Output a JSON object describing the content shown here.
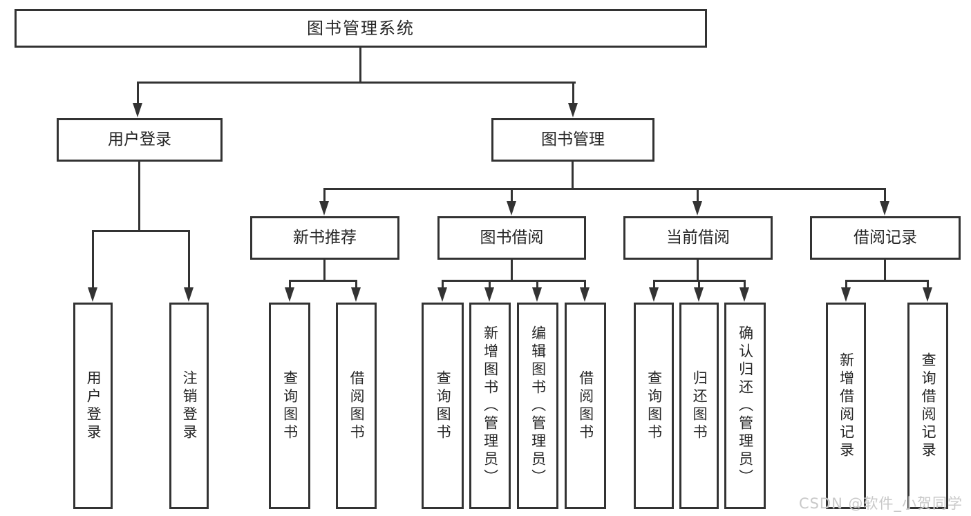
{
  "tree": {
    "label": "图书管理系统",
    "children": [
      {
        "label": "用户登录",
        "children": [
          {
            "label": "用户登录"
          },
          {
            "label": "注销登录"
          }
        ]
      },
      {
        "label": "图书管理",
        "children": [
          {
            "label": "新书推荐",
            "children": [
              {
                "label": "查询图书"
              },
              {
                "label": "借阅图书"
              }
            ]
          },
          {
            "label": "图书借阅",
            "children": [
              {
                "label": "查询图书"
              },
              {
                "label": "新增图书（管理员）"
              },
              {
                "label": "编辑图书（管理员）"
              },
              {
                "label": "借阅图书"
              }
            ]
          },
          {
            "label": "当前借阅",
            "children": [
              {
                "label": "查询图书"
              },
              {
                "label": "归还图书"
              },
              {
                "label": "确认归还（管理员）"
              }
            ]
          },
          {
            "label": "借阅记录",
            "children": [
              {
                "label": "新增借阅记录"
              },
              {
                "label": "查询借阅记录"
              }
            ]
          }
        ]
      }
    ]
  },
  "watermark": {
    "text": "CSDN @软件_小贺同学"
  },
  "colors": {
    "line": "#333333",
    "text": "#262626",
    "watermark": "#c9c9c9",
    "background": "#ffffff"
  }
}
